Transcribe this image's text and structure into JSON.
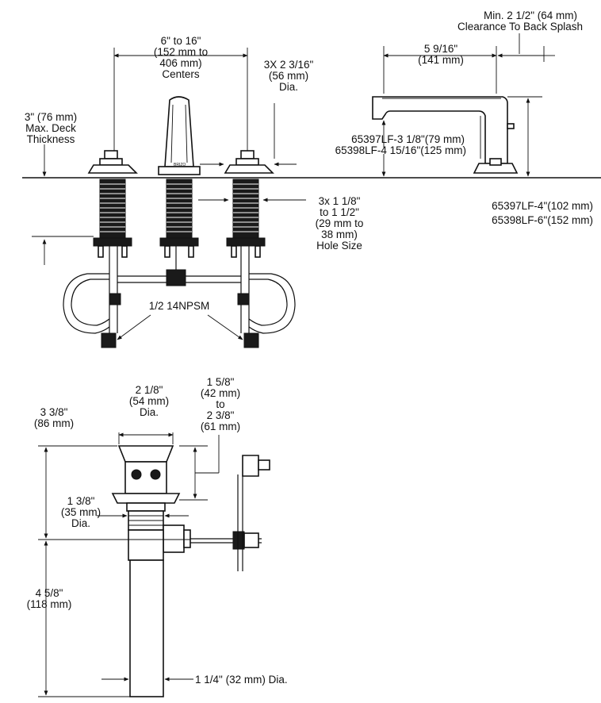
{
  "labels": {
    "centers": [
      "6\" to 16\"",
      "(152 mm to",
      "406 mm)",
      "Centers"
    ],
    "deck": [
      "3\" (76 mm)",
      "Max. Deck",
      "Thickness"
    ],
    "diameter": [
      "3X 2 3/16\"",
      "(56 mm)",
      "Dia."
    ],
    "hole": [
      "3x 1 1/8\"",
      "to 1 1/2\"",
      "(29 mm to",
      "38 mm)",
      "Hole Size"
    ],
    "npsm": "1/2 14NPSM",
    "clearance": [
      "Min. 2 1/2\" (64 mm)",
      "Clearance To Back Splash"
    ],
    "reach": [
      "5 9/16\"",
      "(141 mm)"
    ],
    "spout_height": [
      "65397LF-3 1/8\"(79 mm)",
      "65398LF-4 15/16\"(125 mm)"
    ],
    "spout_total": [
      "65397LF-4\"(102 mm)",
      "65398LF-6\"(152 mm)"
    ],
    "drain_dia": [
      "2 1/8\"",
      "(54 mm)",
      "Dia."
    ],
    "drain_rise": [
      "1 5/8\"",
      "(42 mm)",
      "to",
      "2 3/8\"",
      "(61 mm)"
    ],
    "drain_height": [
      "3 3/8\"",
      "(86 mm)"
    ],
    "drain_flange": [
      "1 3/8\"",
      "(35 mm)",
      "Dia."
    ],
    "tail_length": [
      "4 5/8\"",
      "(118 mm)"
    ],
    "tail_dia": "1 1/4\" (32 mm) Dia.",
    "logo": "BRIZO"
  }
}
